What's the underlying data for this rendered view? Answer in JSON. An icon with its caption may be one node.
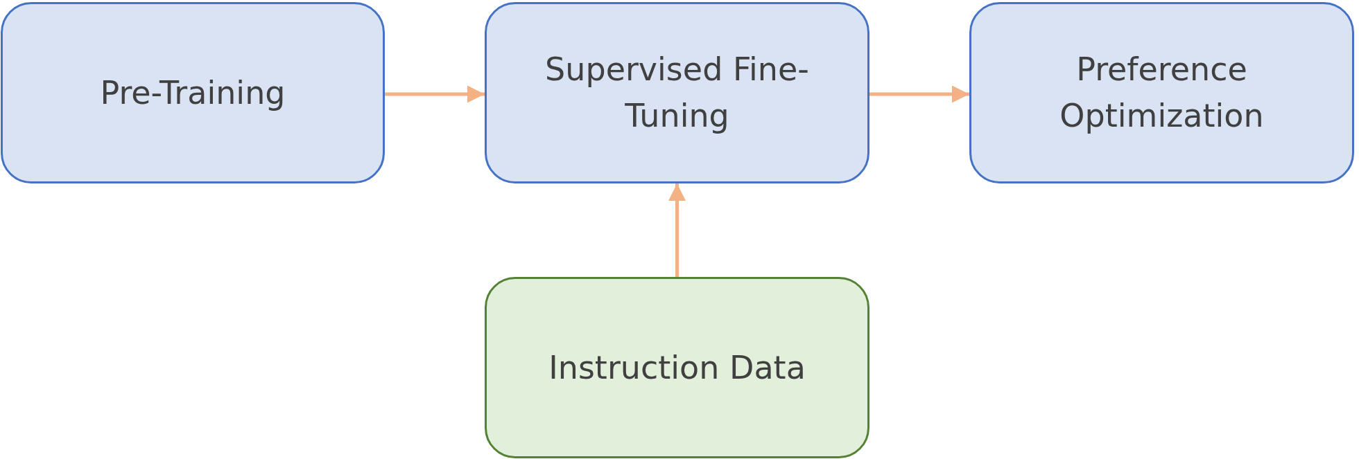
{
  "diagram": {
    "nodes": [
      {
        "text": [
          "Pre-Training"
        ]
      },
      {
        "text": [
          "Supervised Fine-Tuning"
        ]
      },
      {
        "text": [
          "Preference Optimization"
        ]
      },
      {
        "text": [
          "Instruction Data"
        ]
      }
    ],
    "edges": [
      {
        "from": 0,
        "to": 1,
        "arrow": "to"
      },
      {
        "from": 1,
        "to": 2,
        "arrow": "to"
      },
      {
        "from": 3,
        "to": 1,
        "arrow": "to"
      }
    ]
  }
}
